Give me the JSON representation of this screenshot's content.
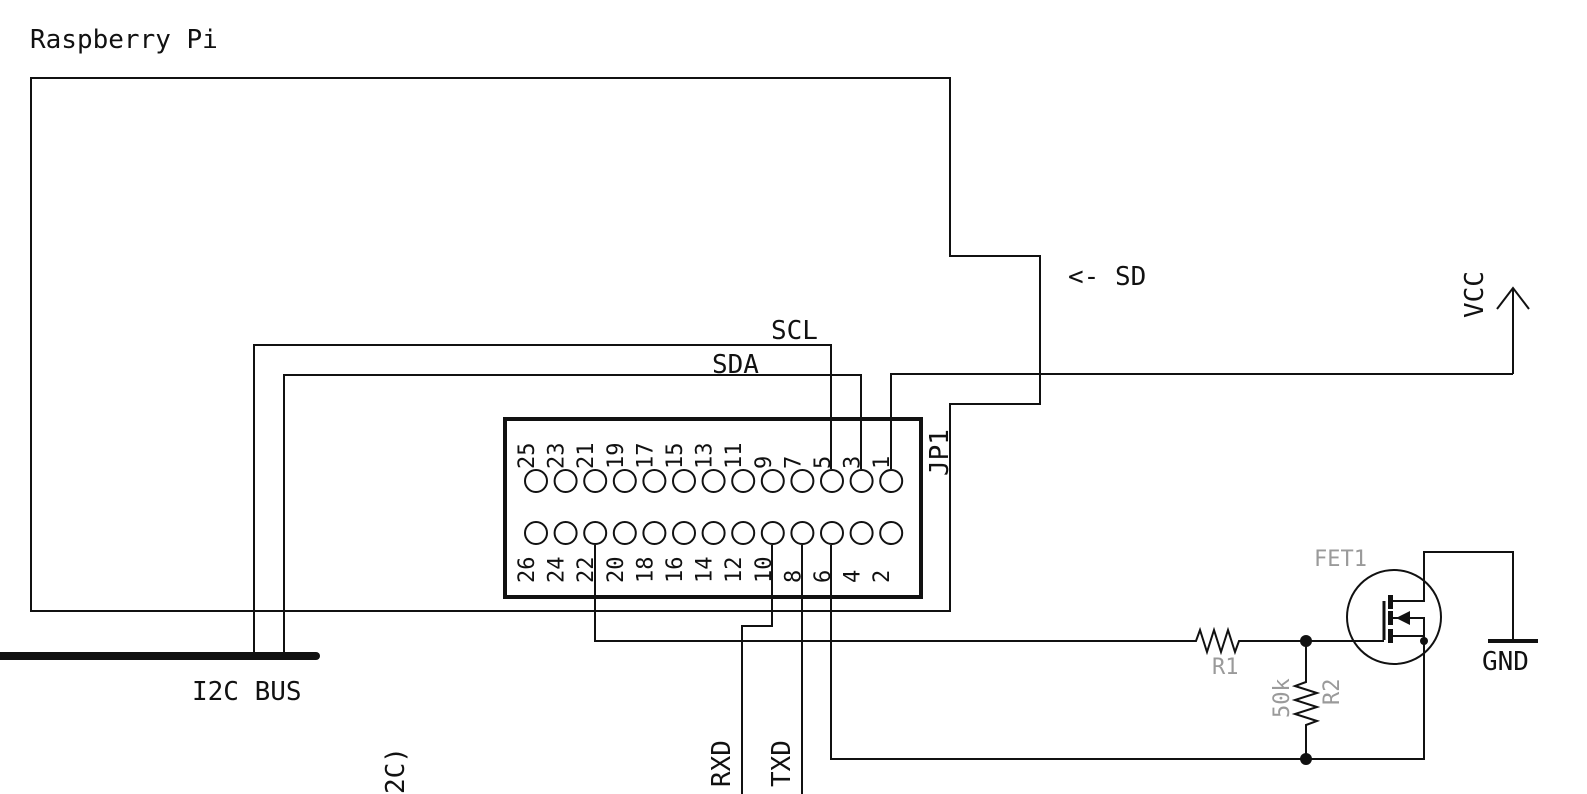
{
  "board": {
    "title": "Raspberry Pi"
  },
  "sd_label": "<- SD",
  "vcc_label": "VCC",
  "gnd_label": "GND",
  "scl_label": "SCL",
  "sda_label": "SDA",
  "i2c_bus_label": "I2C BUS",
  "partial_label": "2C)",
  "rxd_label": "RXD",
  "txd_label": "TXD",
  "header": {
    "name": "JP1",
    "top_pins": [
      "25",
      "23",
      "21",
      "19",
      "17",
      "15",
      "13",
      "11",
      "9",
      "7",
      "5",
      "3",
      "1"
    ],
    "bottom_pins": [
      "26",
      "24",
      "22",
      "20",
      "18",
      "16",
      "14",
      "12",
      "10",
      "8",
      "6",
      "4",
      "2"
    ]
  },
  "components": {
    "r1": {
      "name": "R1"
    },
    "r2": {
      "name": "R2",
      "value": "50k"
    },
    "fet": {
      "name": "FET1"
    }
  }
}
